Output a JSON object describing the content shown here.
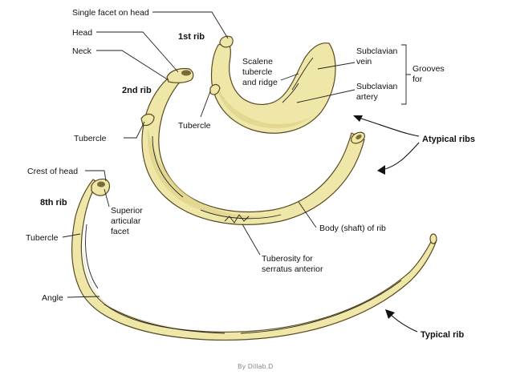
{
  "labels": {
    "single_facet_on_head": "Single facet on head",
    "head": "Head",
    "neck": "Neck",
    "first_rib": "1st rib",
    "second_rib": "2nd rib",
    "scalene_tubercle_line1": "Scalene",
    "scalene_tubercle_line2": "tubercle",
    "scalene_tubercle_line3": "and ridge",
    "subclavian_vein_line1": "Subclavian",
    "subclavian_vein_line2": "vein",
    "subclavian_artery_line1": "Subclavian",
    "subclavian_artery_line2": "artery",
    "grooves_for_line1": "Grooves",
    "grooves_for_line2": "for",
    "tubercle_first": "Tubercle",
    "tubercle_second": "Tubercle",
    "atypical_ribs": "Atypical ribs",
    "crest_of_head": "Crest of head",
    "eighth_rib": "8th rib",
    "superior_articular_line1": "Superior",
    "superior_articular_line2": "articular",
    "superior_articular_line3": "facet",
    "tubercle_eighth": "Tubercle",
    "body_shaft": "Body (shaft) of rib",
    "tuberosity_line1": "Tuberosity for",
    "tuberosity_line2": "serratus anterior",
    "angle": "Angle",
    "typical_rib": "Typical rib",
    "credit": "By Dillab.D"
  },
  "colors": {
    "bone": "#efe7a8",
    "bone_outline": "#5a4a22",
    "text": "#111111"
  }
}
